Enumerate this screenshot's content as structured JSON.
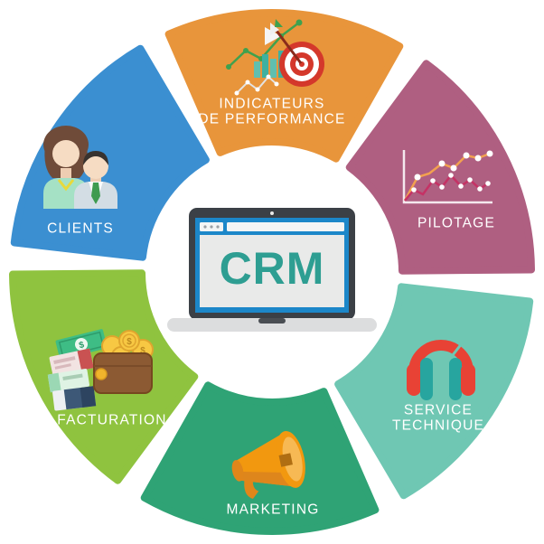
{
  "diagram_title": "CRM",
  "center": {
    "screen_label": "CRM",
    "accent_color": "#2E9E92"
  },
  "segments": [
    {
      "id": "indicateurs-de-performance",
      "label_lines": [
        "INDICATEURS",
        "DE PERFORMANCE"
      ],
      "color": "#E8953B",
      "icon": "bar-line-chart-and-target-icon"
    },
    {
      "id": "pilotage",
      "label_lines": [
        "PILOTAGE"
      ],
      "color": "#AF5F81",
      "icon": "line-chart-icon"
    },
    {
      "id": "service-technique",
      "label_lines": [
        "SERVICE",
        "TECHNIQUE"
      ],
      "color": "#6FC7B3",
      "icon": "headphones-icon"
    },
    {
      "id": "marketing",
      "label_lines": [
        "MARKETING"
      ],
      "color": "#2FA375",
      "icon": "megaphone-icon"
    },
    {
      "id": "facturation",
      "label_lines": [
        "FACTURATION"
      ],
      "color": "#8FC33F",
      "icon": "wallet-money-icon"
    },
    {
      "id": "clients",
      "label_lines": [
        "CLIENTS"
      ],
      "color": "#3B8FD1",
      "icon": "people-icon"
    }
  ],
  "icon_glyphs": {
    "coin_symbol": "$"
  }
}
